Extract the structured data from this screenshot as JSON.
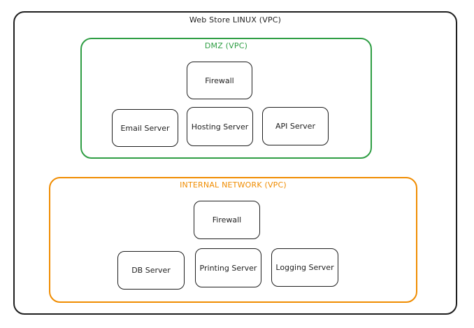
{
  "diagram": {
    "outer": {
      "title": "Web Store LINUX (VPC)",
      "color": "#1e1e1e"
    },
    "dmz": {
      "title": "DMZ (VPC)",
      "color": "#2f9e44",
      "firewall": "Firewall",
      "email": "Email Server",
      "hosting": "Hosting Server",
      "api": "API Server"
    },
    "internal": {
      "title": "INTERNAL NETWORK (VPC)",
      "color": "#f08c00",
      "firewall": "Firewall",
      "db": "DB Server",
      "printing": "Printing Server",
      "logging": "Logging Server"
    }
  }
}
